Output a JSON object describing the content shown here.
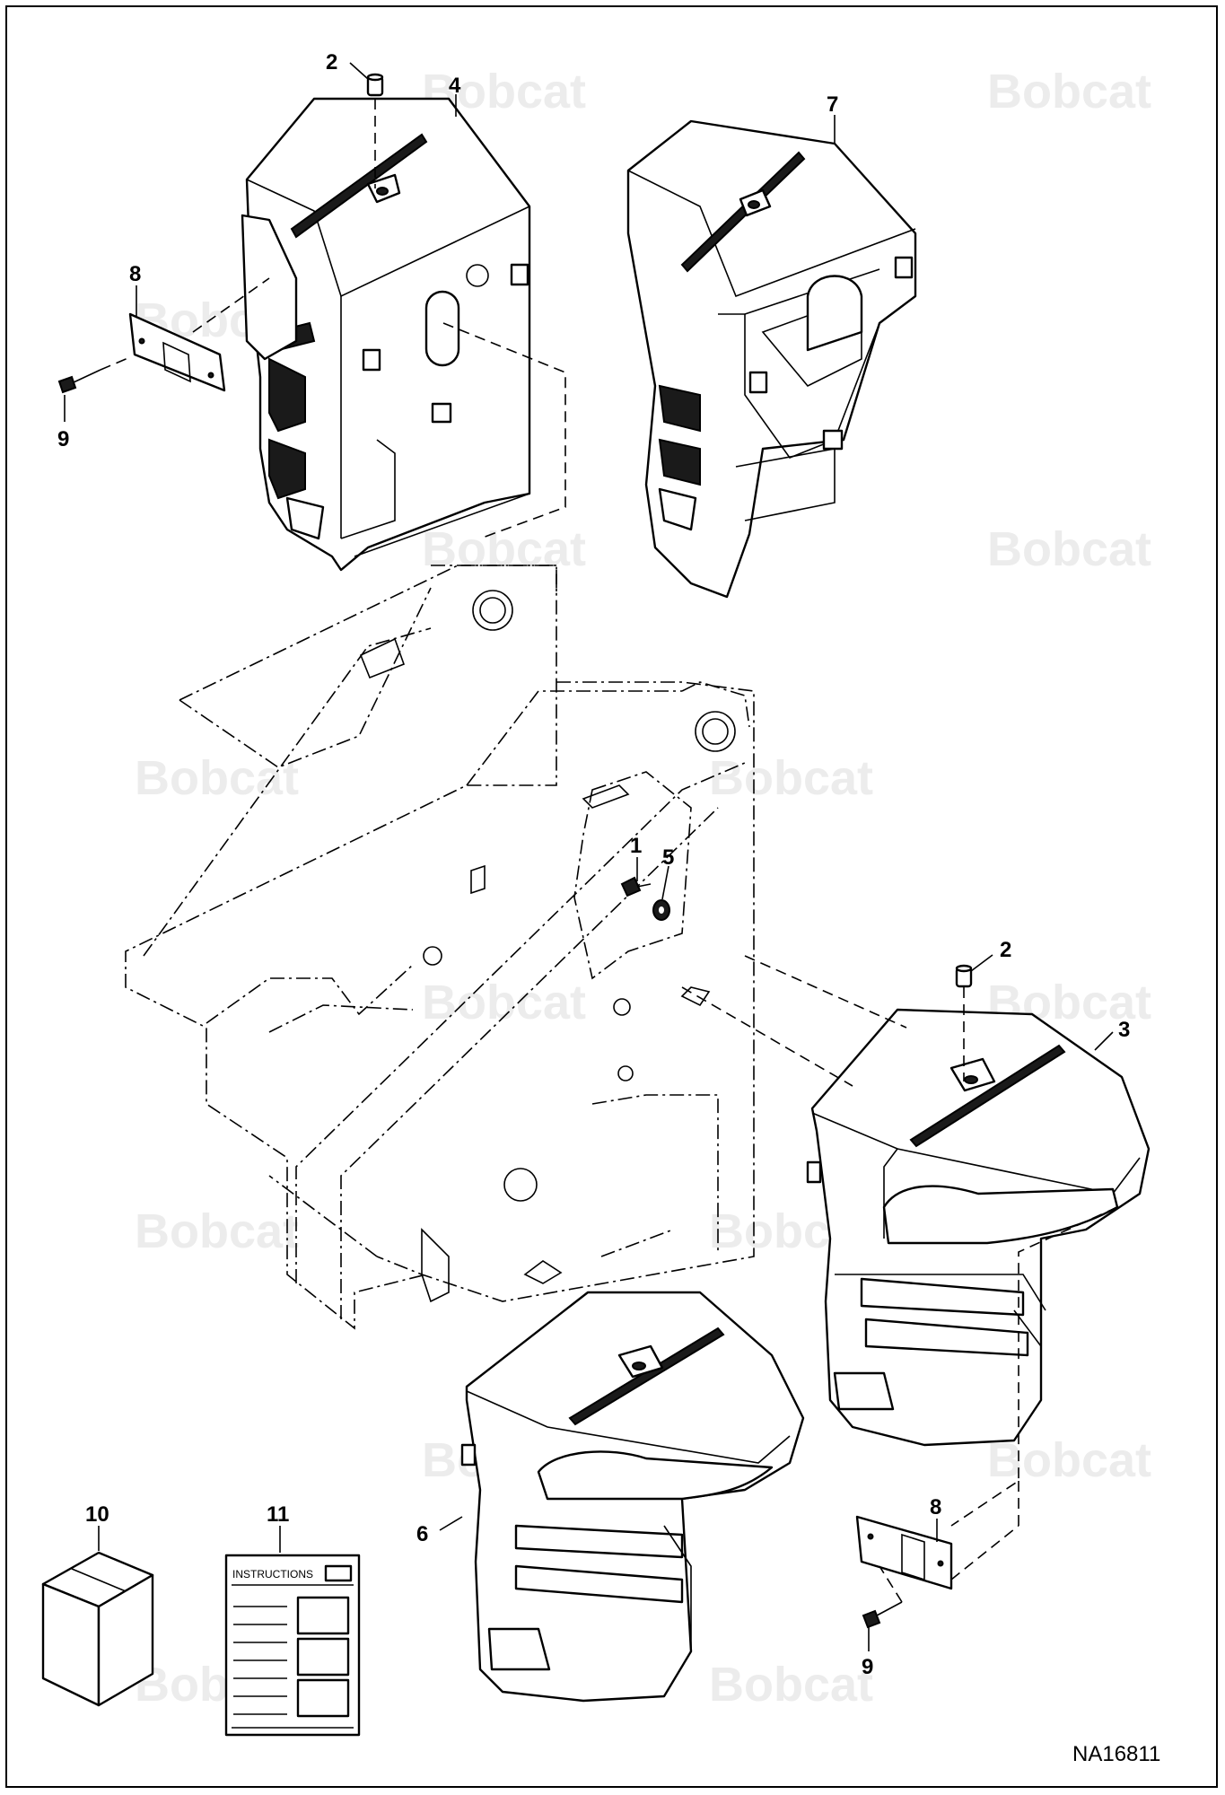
{
  "watermark_text": "Bobcat",
  "drawing_code": "NA16811",
  "instruction_sheet_title": "INSTRUCTIONS",
  "callouts": {
    "c1": "1",
    "c2a": "2",
    "c2b": "2",
    "c3": "3",
    "c4": "4",
    "c5": "5",
    "c6": "6",
    "c7": "7",
    "c8a": "8",
    "c8b": "8",
    "c9a": "9",
    "c9b": "9",
    "c10": "10",
    "c11": "11"
  }
}
